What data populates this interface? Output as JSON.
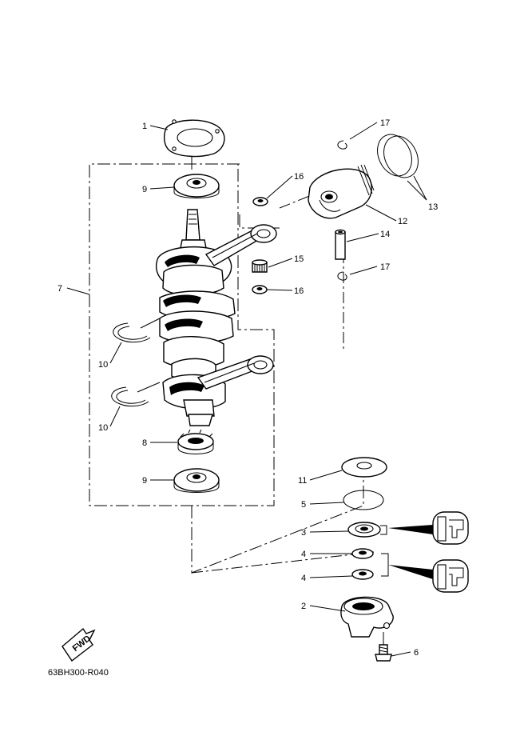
{
  "diagram": {
    "drawing_code": "63BH300-R040",
    "fwd_label": "FWD",
    "callouts": [
      {
        "id": "c1",
        "text": "1"
      },
      {
        "id": "c9a",
        "text": "9"
      },
      {
        "id": "c7",
        "text": "7"
      },
      {
        "id": "c10a",
        "text": "10"
      },
      {
        "id": "c10b",
        "text": "10"
      },
      {
        "id": "c8",
        "text": "8"
      },
      {
        "id": "c9b",
        "text": "9"
      },
      {
        "id": "c16a",
        "text": "16"
      },
      {
        "id": "c15",
        "text": "15"
      },
      {
        "id": "c16b",
        "text": "16"
      },
      {
        "id": "c17a",
        "text": "17"
      },
      {
        "id": "c17b",
        "text": "17"
      },
      {
        "id": "c13",
        "text": "13"
      },
      {
        "id": "c12",
        "text": "12"
      },
      {
        "id": "c14",
        "text": "14"
      },
      {
        "id": "c11",
        "text": "11"
      },
      {
        "id": "c5",
        "text": "5"
      },
      {
        "id": "c3",
        "text": "3"
      },
      {
        "id": "c4a",
        "text": "4"
      },
      {
        "id": "c4b",
        "text": "4"
      },
      {
        "id": "c2",
        "text": "2"
      },
      {
        "id": "c6",
        "text": "6"
      }
    ]
  }
}
